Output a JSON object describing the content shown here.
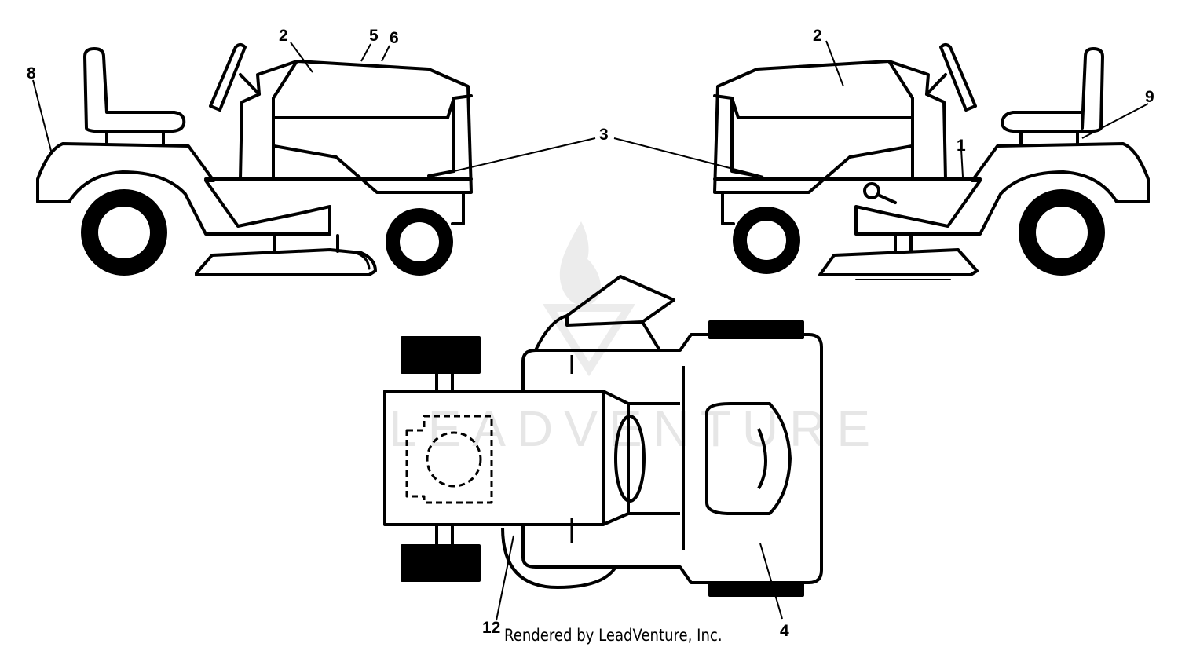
{
  "callouts": {
    "c1": "1",
    "c2_left": "2",
    "c2_right": "2",
    "c3": "3",
    "c4": "4",
    "c5": "5",
    "c6": "6",
    "c8": "8",
    "c9": "9",
    "c12": "12"
  },
  "watermark": {
    "text": "LEADVENTURE"
  },
  "credit": {
    "text": "Rendered by LeadVenture, Inc."
  },
  "colors": {
    "line": "#000000",
    "background": "#ffffff",
    "watermark": "#e6e6e6"
  }
}
